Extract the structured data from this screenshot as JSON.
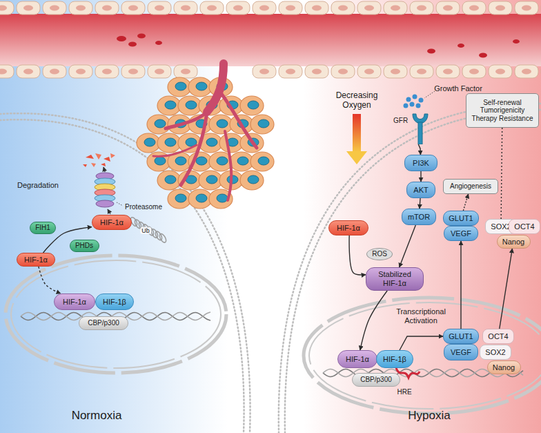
{
  "diagram": {
    "nodes": [
      {
        "text": [
          "HIF-1α"
        ]
      },
      {
        "text": [
          "FIH1"
        ]
      },
      {
        "text": [
          "PHDs"
        ]
      },
      {
        "text": [
          "HIF-1α"
        ]
      },
      {
        "text": [
          "HIF-1α"
        ]
      },
      {
        "text": [
          "HIF-1β"
        ]
      },
      {
        "text": [
          "CBP/p300"
        ]
      },
      {
        "text": [
          "GFR"
        ]
      },
      {
        "text": [
          "PI3K"
        ]
      },
      {
        "text": [
          "AKT"
        ]
      },
      {
        "text": [
          "mTOR"
        ]
      },
      {
        "text": [
          "HIF-1α"
        ]
      },
      {
        "text": [
          "ROS"
        ]
      },
      {
        "text": [
          "Stabilized HIF-1α"
        ]
      },
      {
        "text": [
          "Angiogenesis"
        ]
      },
      {
        "text": [
          "Self-renewal Tumorigenicity Therapy Resistance"
        ]
      },
      {
        "text": [
          "GLUT1"
        ]
      },
      {
        "text": [
          "VEGF"
        ]
      },
      {
        "text": [
          "SOX2"
        ]
      },
      {
        "text": [
          "OCT4"
        ]
      },
      {
        "text": [
          "Nanog"
        ]
      },
      {
        "text": [
          "HIF-1α"
        ]
      },
      {
        "text": [
          "HIF-1β"
        ]
      },
      {
        "text": [
          "CBP/p300"
        ]
      },
      {
        "text": [
          "GLUT1"
        ]
      },
      {
        "text": [
          "VEGF"
        ]
      },
      {
        "text": [
          "OCT4"
        ]
      },
      {
        "text": [
          "SOX2"
        ]
      },
      {
        "text": [
          "Nanog"
        ]
      }
    ],
    "edges": [
      {
        "from": 0,
        "to": 3,
        "arrow": "to"
      },
      {
        "from": 0,
        "to": 4,
        "arrow": "to"
      },
      {
        "from": 7,
        "to": 8,
        "arrow": "to"
      },
      {
        "from": 8,
        "to": 9,
        "arrow": "to"
      },
      {
        "from": 9,
        "to": 10,
        "arrow": "to"
      },
      {
        "from": 10,
        "to": 13,
        "arrow": "to"
      },
      {
        "from": 11,
        "to": 13,
        "arrow": "to"
      },
      {
        "from": 13,
        "to": 21,
        "arrow": "to"
      },
      {
        "from": 22,
        "to": 24,
        "label": "Transcriptional Activation",
        "arrow": "to"
      },
      {
        "from": 24,
        "to": 17,
        "arrow": "to"
      },
      {
        "from": 26,
        "to": 20,
        "arrow": "to"
      },
      {
        "from": 16,
        "to": 14,
        "arrow": "to"
      },
      {
        "from": 15,
        "to": 18,
        "arrow": "none"
      }
    ],
    "labels": [
      "Degradation",
      "Proteasome",
      "Ub",
      "Decreasing Oxygen",
      "Growth Factor",
      "HRE",
      "Normoxia",
      "Hypoxia"
    ]
  }
}
